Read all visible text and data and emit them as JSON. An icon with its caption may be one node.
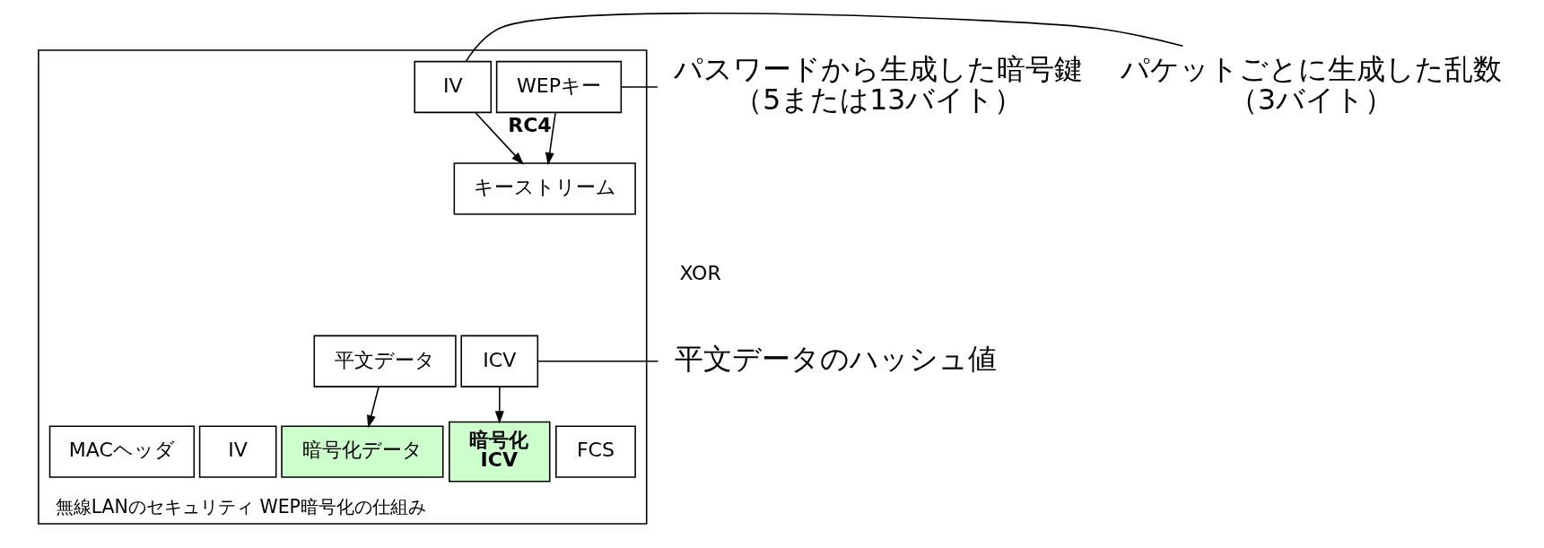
{
  "diagram": {
    "nodes": [
      {
        "text": [
          "無線LANのセキュリティ WEP暗号化の仕組み"
        ]
      },
      {
        "text": [
          "WEPキー"
        ],
        "in": 0
      },
      {
        "text": [
          "IV"
        ],
        "in": 0
      },
      {
        "text": [
          "キーストリーム"
        ],
        "in": 0
      },
      {
        "text": [
          "平文データ"
        ],
        "in": 0
      },
      {
        "text": [
          "ICV"
        ],
        "in": 0
      },
      {
        "text": [
          "MACヘッダ"
        ],
        "in": 0
      },
      {
        "text": [
          "IV"
        ],
        "in": 0
      },
      {
        "text": [
          "暗号化データ"
        ],
        "in": 0
      },
      {
        "text": [
          "暗号化 ICV"
        ],
        "in": 0
      },
      {
        "text": [
          "FCS"
        ],
        "in": 0
      },
      {
        "text": [
          "パスワードから生成した暗号鍵",
          "（5または13バイト）"
        ]
      },
      {
        "text": [
          "パケットごとに生成した乱数",
          "（3バイト）"
        ]
      },
      {
        "text": [
          "平文データのハッシュ値"
        ]
      }
    ],
    "edges": [
      {
        "from": 11,
        "to": 1,
        "arrow": "none"
      },
      {
        "from": 12,
        "to": 2,
        "arrow": "none"
      },
      {
        "from": 1,
        "to": 3,
        "arrow": "to",
        "label": "RC4"
      },
      {
        "from": 2,
        "to": 3,
        "arrow": "to"
      },
      {
        "from": 4,
        "to": 8,
        "arrow": "to"
      },
      {
        "from": 5,
        "to": 9,
        "arrow": "to"
      },
      {
        "from": 13,
        "to": 5,
        "arrow": "none"
      }
    ],
    "labels": [
      "XOR"
    ]
  }
}
